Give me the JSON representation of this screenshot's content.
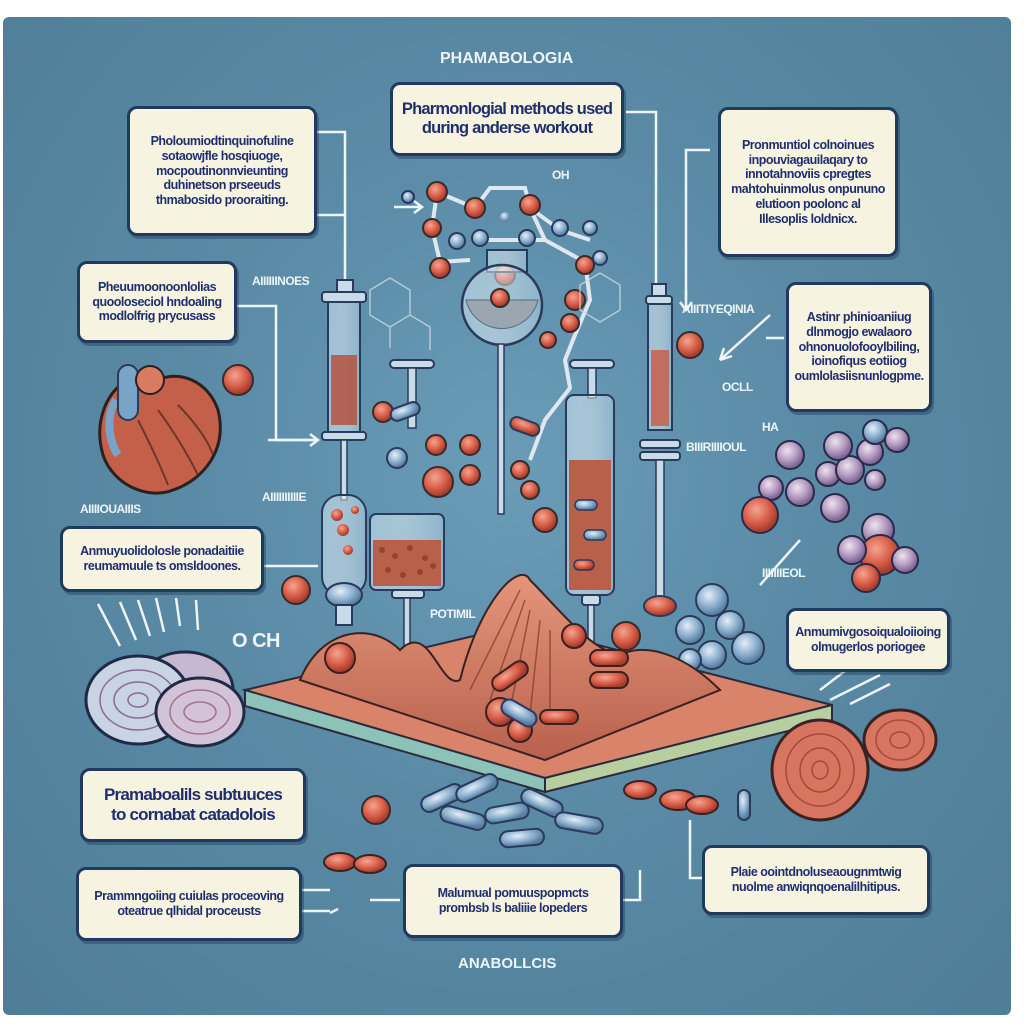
{
  "header": {
    "title": "PHAMABOLOGIA"
  },
  "footer": {
    "title": "ANABOLLCIS"
  },
  "colors": {
    "background": "#56849e",
    "box_fill": "#f7f3e1",
    "box_border": "#1f3a5c",
    "text": "#1f2f6e",
    "accent_red": "#d9604a",
    "accent_blue": "#7fa6c8"
  },
  "boxes": {
    "main": [
      "Pharmonlogial methods used",
      "during anderse workout"
    ],
    "top_left": [
      "Pholoumiodtinquinofuline",
      "sotaowjfle hosqiuoge,",
      "mocpoutinonnvieunting",
      "duhinetson prseeuds",
      "thmabosido prooraiting."
    ],
    "top_right": [
      "Pronmuntiol colnoinues",
      "inpouviagauilaqary to",
      "innotahnoviis cpregtes",
      "mahtohuinmolus onpununo",
      "elutioon poolonc al",
      "Illesoplis loldnicx."
    ],
    "mid_left": [
      "Pheuumoonoonlolias",
      "quooloseciol hndoaling",
      "modlolfrig prycusass"
    ],
    "right_mid": [
      "Astinr phinioaniiug",
      "dlnmogjo ewalaoro",
      "ohnonuolofooylbiling,",
      "ioinofiqus eotiiog",
      "oumlolasiisnunlogpme."
    ],
    "left_mid2": [
      "Anmuyuolidolosle ponadaitiie",
      "reumamuule ts omsldoones."
    ],
    "right_lower": [
      "Anmumivgosoiqualoiioing",
      "olmugerlos poriogee"
    ],
    "bottom_left_big": [
      "Pramaboalils subtuuces",
      "to cornabat catadolois"
    ],
    "bottom_left": [
      "Prammngoiing cuiulas proceoving",
      "oteatrue qlhidal proceusts"
    ],
    "bottom_center": [
      "Malumual pomuuspopmcts",
      "prombsb ls baliiie lopeders"
    ],
    "bottom_right": [
      "Plaie oointdnoluseaougnmtwig",
      "nuolme anwiqnqoenalilhitipus."
    ]
  },
  "labels": {
    "top_left_label": "AIIIIIINOES",
    "syringe_right_label": "AIIITIYEQINIA",
    "ocll_label": "OCLL",
    "ha_label": "HA",
    "sub_right_label": "BIIIRIIIIOUL",
    "heart_label": "AIIIIOUAIIIS",
    "mid_label": "AIIIIIIIIIIE",
    "potimil_label": "POTIMIL",
    "mineral_label": "IIIIIIIEOL",
    "oh_label": "OH",
    "och_label": "O CH"
  },
  "icons": [
    "molecule-icon",
    "syringe-icon",
    "flask-icon",
    "heart-icon",
    "capsule-icon",
    "tablet-icon",
    "cell-cluster-icon",
    "muscle-icon",
    "pill-stack-icon",
    "arrow-icon"
  ]
}
